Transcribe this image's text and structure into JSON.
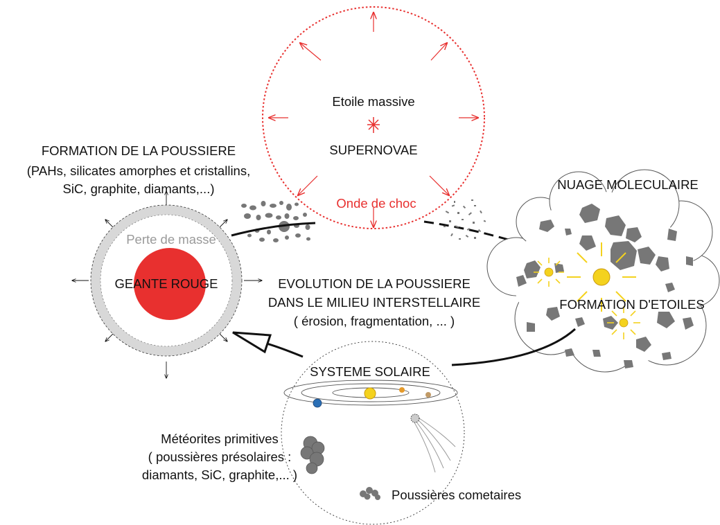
{
  "supernova": {
    "star_label": "Etoile massive",
    "title": "SUPERNOVAE",
    "shock_label": "Onde de choc"
  },
  "dust_formation": {
    "title": "FORMATION DE LA POUSSIERE",
    "line2": "(PAHs, silicates amorphes et cristallins,",
    "line3": "SiC, graphite, diamants,...)"
  },
  "red_giant": {
    "title": "GEANTE ROUGE",
    "mass_loss_label": "Perte de masse"
  },
  "molecular_cloud": {
    "title": "NUAGE MOLECULAIRE",
    "star_formation_label": "FORMATION D'ETOILES"
  },
  "dust_evolution": {
    "line1": "EVOLUTION DE LA POUSSIERE",
    "line2": "DANS LE MILIEU INTERSTELLAIRE",
    "line3": "( érosion, fragmentation, ... )"
  },
  "solar_system": {
    "title": "SYSTEME SOLAIRE",
    "meteorites_line1": "Météorites primitives",
    "meteorites_line2": "( poussières présolaires :",
    "meteorites_line3": "diamants, SiC, graphite,... )",
    "cometary_dust_label": "Poussières cometaires"
  },
  "colors": {
    "shock_wave": "#e8302f",
    "red_giant": "#e8302f",
    "sun": "#f4d21e",
    "dust": "#777777",
    "envelope": "#d8d8d8"
  }
}
